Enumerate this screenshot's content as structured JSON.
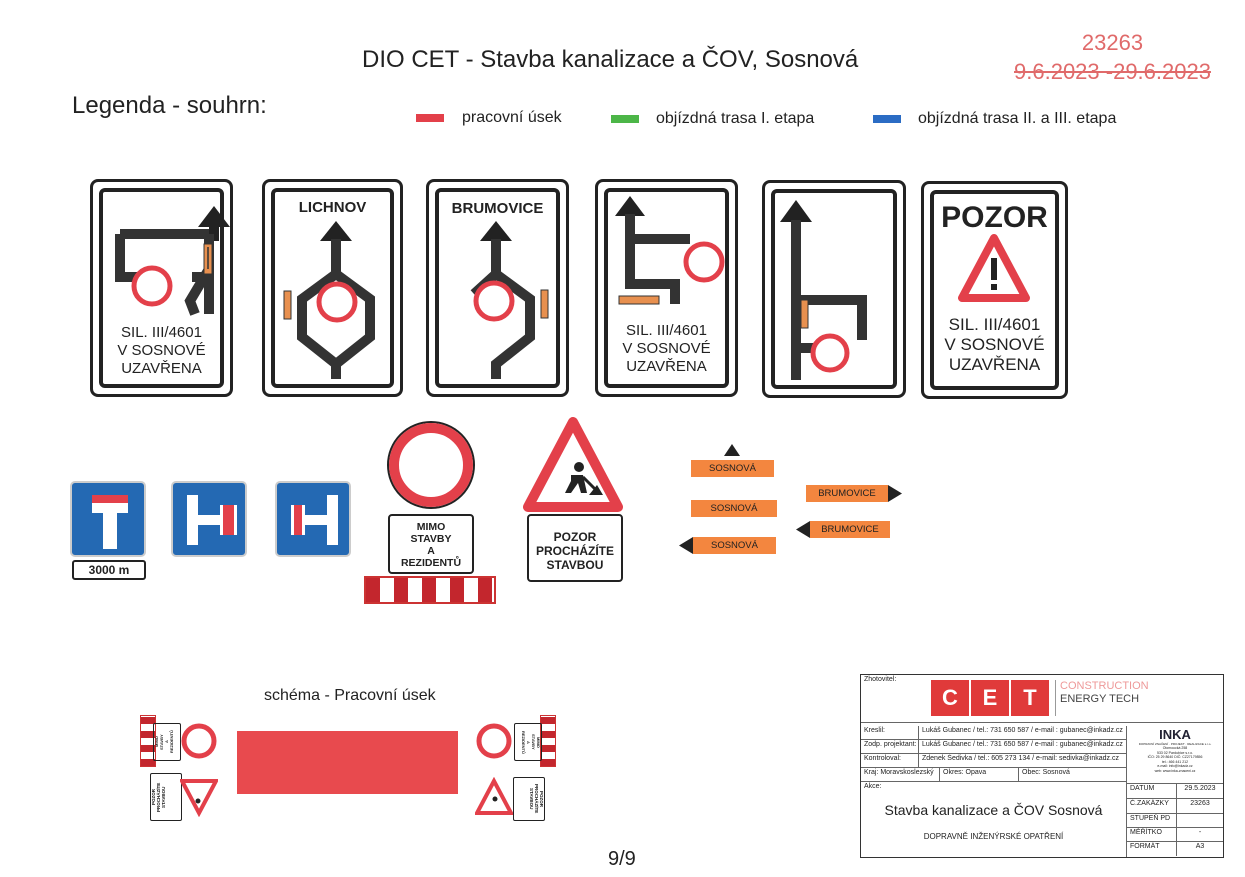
{
  "header": {
    "title": "DIO CET - Stavba kanalizace a ČOV, Sosnová",
    "stamp_number": "23263",
    "stamp_dates": "9.6.2023 -29.6.2023"
  },
  "legend": {
    "title": "Legenda - souhrn:",
    "items": [
      {
        "label": "pracovní úsek",
        "color": "#e3404a"
      },
      {
        "label": "objízdná trasa I. etapa",
        "color": "#4cb648"
      },
      {
        "label": "objízdná trasa II. a III. etapa",
        "color": "#2b6cc4"
      }
    ]
  },
  "signs": {
    "s1_text": "SIL. III/4601\nV SOSNOVÉ\nUZAVŘENA",
    "s2_head": "LICHNOV",
    "s3_head": "BRUMOVICE",
    "s4_text": "SIL. III/4601\nV SOSNOVÉ\nUZAVŘENA",
    "s6_head": "POZOR",
    "s6_text": "SIL. III/4601\nV SOSNOVÉ\nUZAVŘENA"
  },
  "small_signs": {
    "distance": "3000 m",
    "mimo_plate": "MIMO\nSTAVBY\nA\nREZIDENTŮ",
    "pozor_plate": "POZOR\nPROCHÁZÍTE\nSTAVBOU"
  },
  "direction_signs": {
    "d1": "SOSNOVÁ",
    "d2": "SOSNOVÁ",
    "d3": "SOSNOVÁ",
    "d4": "BRUMOVICE",
    "d5": "BRUMOVICE"
  },
  "schema": {
    "title": "schéma - Pracovní úsek",
    "plate_mimo": "MIMO\nSTAVBY\nA\nREZIDENTŮ",
    "plate_pozor": "POZOR\nPROCHÁZÍTE\nSTAVBOU"
  },
  "page_number": "9/9",
  "title_block": {
    "zhotovitel_label": "Zhotovitel:",
    "logo_letters": [
      "C",
      "E",
      "T"
    ],
    "logo_line1": "CONSTRUCTION",
    "logo_line2": "ENERGY TECH",
    "rows": [
      {
        "label": "Kreslil:",
        "value": "Lukáš Gubanec / tel.: 731 650 587 / e-mail : gubanec@inkadz.cz"
      },
      {
        "label": "Zodp. projektant:",
        "value": "Lukáš Gubanec / tel.: 731 650 587 / e-mail : gubanec@inkadz.cz"
      },
      {
        "label": "Kontroloval:",
        "value": "Zdenek Šedivka / tel.: 605 273 134 / e-mail: sedivka@inkadz.cz"
      }
    ],
    "kraj": "Kraj: Moravskoslezský",
    "okres": "Okres: Opava",
    "obec": "Obec: Sosnová",
    "inka_name": "INKA",
    "inka_sub": "DOPRAVNÍ ZNAČENÍ · PROJEKT · REALIZACE s.r.o.",
    "inka_address": "Olomoucká 258\n533 02 Pardubice s.r.o.\nIČO: 25 29 8640 DIČ: CZ27179856\ntel.: 466 441 212\ne-mail: info@inkadz.cz\nweb: www.inka-znaceni.cz",
    "akce_label": "Akce:",
    "akce": "Stavba kanalizace a ČOV Sosnová",
    "subtitle": "DOPRAVNĚ INŽENÝRSKÉ OPATŘENÍ",
    "meta": [
      {
        "label": "DATUM",
        "value": "29.5.2023"
      },
      {
        "label": "Č.ZAKÁZKY",
        "value": "23263"
      },
      {
        "label": "STUPEŇ PD",
        "value": ""
      },
      {
        "label": "MĚŘÍTKO",
        "value": "-"
      },
      {
        "label": "FORMÁT",
        "value": "A3"
      }
    ]
  }
}
